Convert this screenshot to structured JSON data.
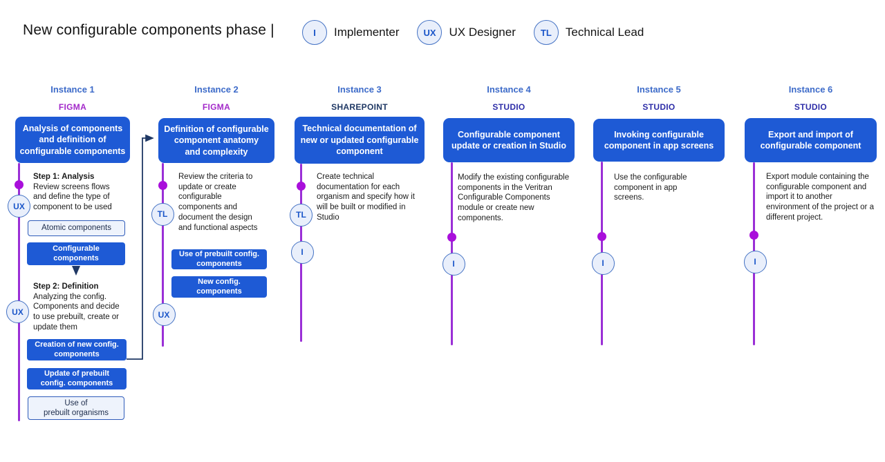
{
  "header": {
    "title": "New configurable components phase |",
    "legend": [
      {
        "badge": "I",
        "label": "Implementer"
      },
      {
        "badge": "UX",
        "label": "UX Designer"
      },
      {
        "badge": "TL",
        "label": "Technical Lead"
      }
    ]
  },
  "colors": {
    "phase_box_blue": "#1e5ad5",
    "instance_title_blue": "#3d6bc9",
    "figma_purple": "#a228c9",
    "sharepoint_navy": "#1f3864",
    "studio_indigo": "#2d2da8",
    "timeline_purple": "#9a2fd6",
    "timeline_dot": "#a90fdb",
    "badge_fill": "#e9effb",
    "badge_border": "#4472c4",
    "connector_navy": "#1f3864"
  },
  "columns": [
    {
      "title": "Instance 1",
      "tool": "FIGMA",
      "box": "Analysis of components\nand definition of\nconfigurable components",
      "step1_title": "Step 1: Analysis",
      "step1_body": "Review screens flows and define the type of component to be used",
      "step2_title": "Step 2: Definition",
      "step2_body": "Analyzing the config. Components and decide to use prebuilt, create or update them",
      "badges": [
        "UX",
        "UX"
      ],
      "boxes": [
        "Atomic components",
        "Configurable\ncomponents",
        "Creation of new config.\ncomponents",
        "Update of prebuilt\nconfig. components",
        "Use of\nprebuilt  organisms"
      ]
    },
    {
      "title": "Instance 2",
      "tool": "FIGMA",
      "box": "Definition of configurable\ncomponent  anatomy\nand complexity",
      "body": "Review the criteria to update or create configurable components and document the design and functional aspects",
      "badges": [
        "TL",
        "UX"
      ],
      "boxes": [
        "Use of prebuilt  config.\ncomponents",
        "New config.\ncomponents"
      ]
    },
    {
      "title": "Instance 3",
      "tool": "SHAREPOINT",
      "box": "Technical documentation of\nnew or updated configurable\ncomponent",
      "body": "Create technical documentation for each organism and specify how it will be built or modified in Studio",
      "badges": [
        "TL",
        "I"
      ],
      "boxes": []
    },
    {
      "title": "Instance 4",
      "tool": "STUDIO",
      "box": "Configurable component\nupdate or creation in Studio",
      "body": "Modify the existing configurable components in the Veritran Configurable Components module or create new components.",
      "badges": [
        "I"
      ],
      "boxes": []
    },
    {
      "title": "Instance 5",
      "tool": "STUDIO",
      "box": "Invoking configurable\ncomponent in app screens",
      "body": "Use the configurable component in app screens.",
      "badges": [
        "I"
      ],
      "boxes": []
    },
    {
      "title": "Instance 6",
      "tool": "STUDIO",
      "box": "Export and import of\nconfigurable component",
      "body": "Export module containing the configurable component and import it to another environment of the project or a different project.",
      "badges": [
        "I"
      ],
      "boxes": []
    }
  ]
}
